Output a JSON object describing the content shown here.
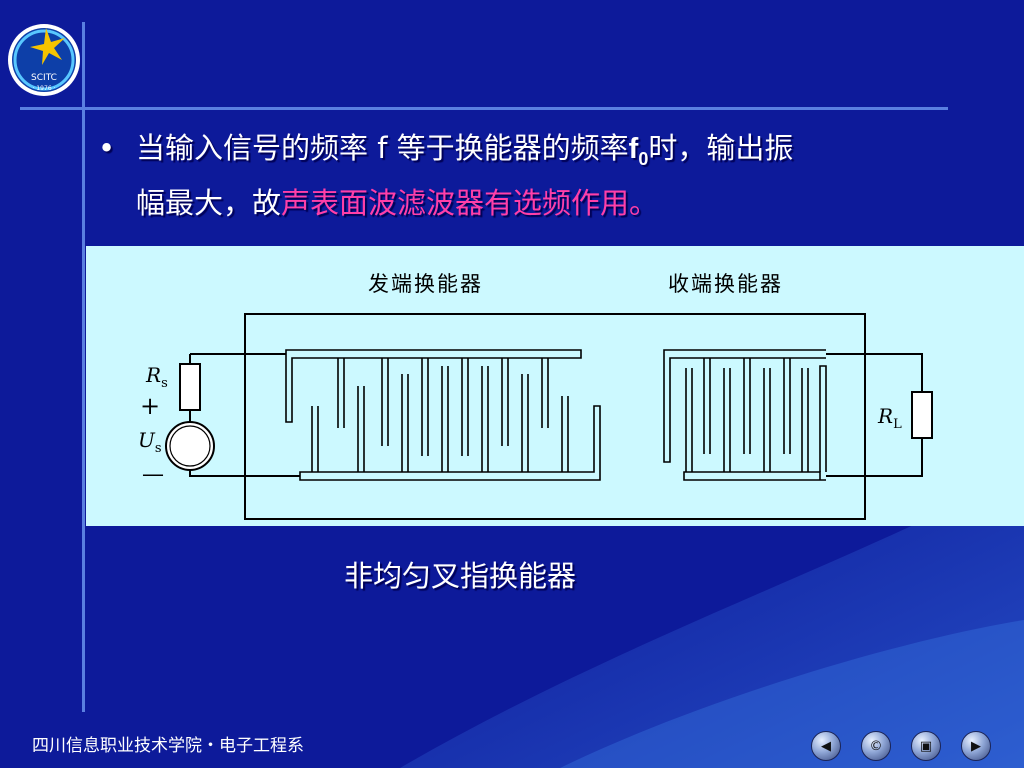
{
  "logo": {
    "text": "SCITC",
    "year": "· 1976 ·"
  },
  "body": {
    "bullet": "•",
    "line1_before": "当输入信号的频率 f 等于换能器的频率",
    "f0_main": "f",
    "f0_sub": "0",
    "line1_after": "时，输出振",
    "line2_before": "幅最大，故",
    "line2_highlight": "声表面波滤波器有选频作用。"
  },
  "figure": {
    "tx_label": "发端换能器",
    "rx_label": "收端换能器",
    "rs_main": "R",
    "rs_sub": "s",
    "plus": "+",
    "us_main": "U",
    "us_sub": "s",
    "minus": "—",
    "rl_main": "R",
    "rl_sub": "L"
  },
  "caption": "非均匀叉指换能器",
  "footer": "四川信息职业技术学院・电子工程系",
  "nav": {
    "prev_icon": "arrow-left-icon",
    "home_icon": "home-icon",
    "menu_icon": "menu-icon",
    "next_icon": "arrow-right-icon"
  },
  "colors": {
    "background": "#0d1a9a",
    "panel": "#ccf9ff",
    "highlight": "#ff3fa8",
    "rule": "#5a7fe0"
  }
}
